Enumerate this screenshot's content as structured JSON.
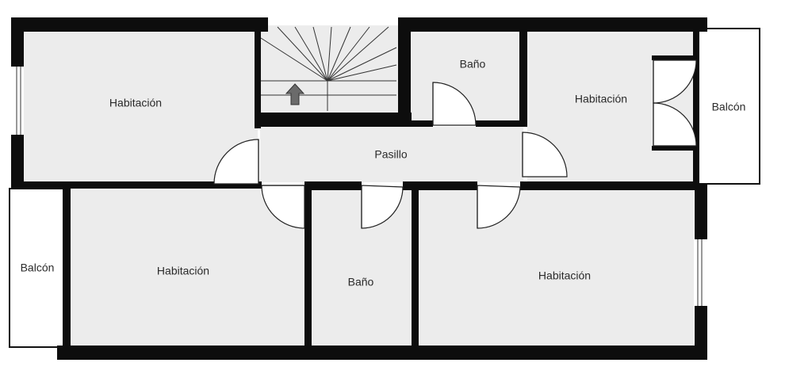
{
  "plan": {
    "rooms": {
      "habitacion_top_left": "Habitación",
      "bano_top": "Baño",
      "habitacion_top_right": "Habitación",
      "balcon_right": "Balcón",
      "pasillo": "Pasillo",
      "balcon_left": "Balcón",
      "habitacion_bottom_left": "Habitación",
      "bano_bottom": "Baño",
      "habitacion_bottom_right": "Habitación"
    },
    "stair_direction": "up-arrow-icon"
  }
}
